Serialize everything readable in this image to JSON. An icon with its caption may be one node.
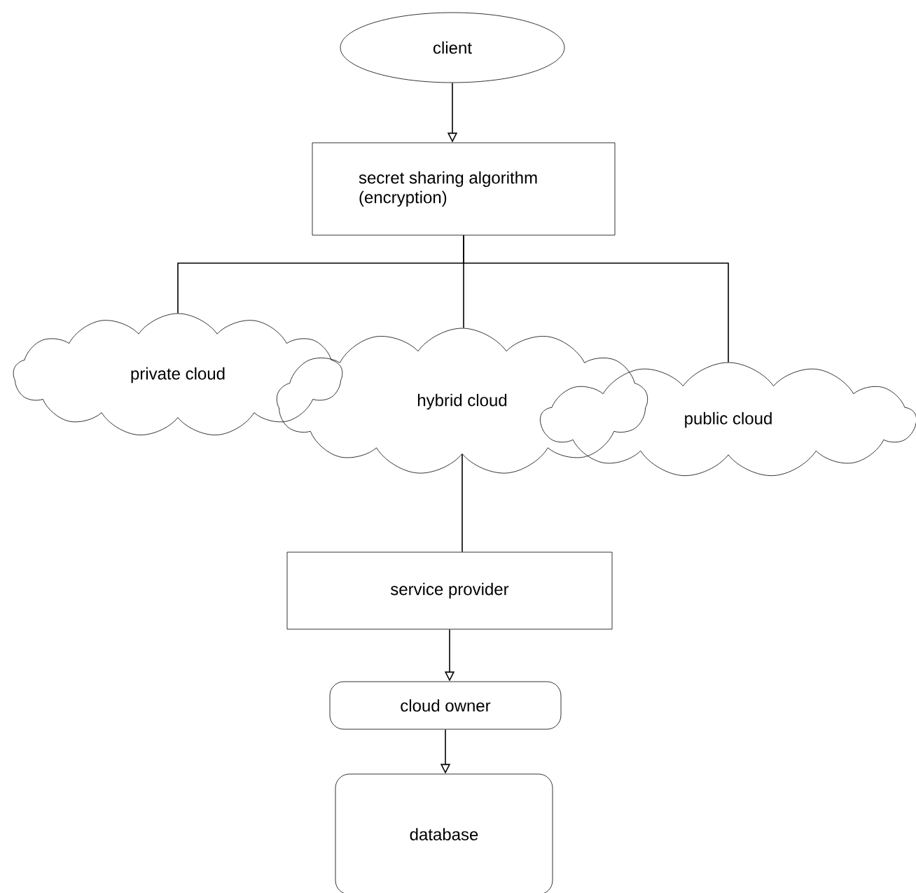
{
  "diagram": {
    "nodes": [
      {
        "text": [
          "client"
        ]
      },
      {
        "text": [
          "secret sharing algorithm (encryption)"
        ]
      },
      {
        "text": [
          "private cloud"
        ]
      },
      {
        "text": [
          "hybrid cloud"
        ]
      },
      {
        "text": [
          "public cloud"
        ]
      },
      {
        "text": [
          "service provider"
        ]
      },
      {
        "text": [
          "cloud owner"
        ]
      },
      {
        "text": [
          "database"
        ]
      }
    ],
    "edges": [
      {
        "from": 0,
        "to": 1,
        "arrow": "to"
      },
      {
        "from": 1,
        "to": 2,
        "arrow": "none"
      },
      {
        "from": 1,
        "to": 3,
        "arrow": "none"
      },
      {
        "from": 1,
        "to": 4,
        "arrow": "none"
      },
      {
        "from": 3,
        "to": 5,
        "arrow": "none"
      },
      {
        "from": 5,
        "to": 6,
        "arrow": "to"
      },
      {
        "from": 6,
        "to": 7,
        "arrow": "to"
      }
    ]
  }
}
